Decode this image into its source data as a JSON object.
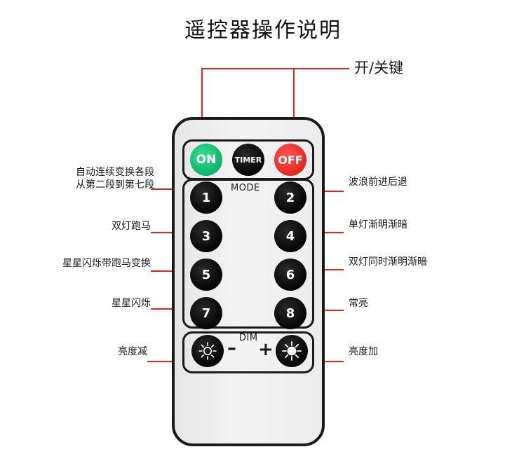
{
  "title": "遥控器操作说明",
  "power_label": "开/关键",
  "remote": {
    "top_buttons": {
      "on": "ON",
      "timer": "TIMER",
      "off": "OFF"
    },
    "mode_label": "MODE",
    "dim_label": "DIM",
    "minus": "–",
    "plus": "+",
    "keys": [
      "1",
      "2",
      "3",
      "4",
      "5",
      "6",
      "7",
      "8"
    ]
  },
  "labels_left": {
    "k1_line1": "自动连续变换各段",
    "k1_line2": "从第二段到第七段",
    "k3": "双灯跑马",
    "k5": "星星闪烁带跑马变换",
    "k7": "星星闪烁",
    "dim_minus": "亮度减"
  },
  "labels_right": {
    "k2": "波浪前进后退",
    "k4": "单灯渐明渐暗",
    "k6": "双灯同时渐明渐暗",
    "k8": "常亮",
    "dim_plus": "亮度加"
  },
  "colors": {
    "leader": "#e8221c",
    "on": "#14c079",
    "off": "#f0302a",
    "body": "#ececec"
  }
}
